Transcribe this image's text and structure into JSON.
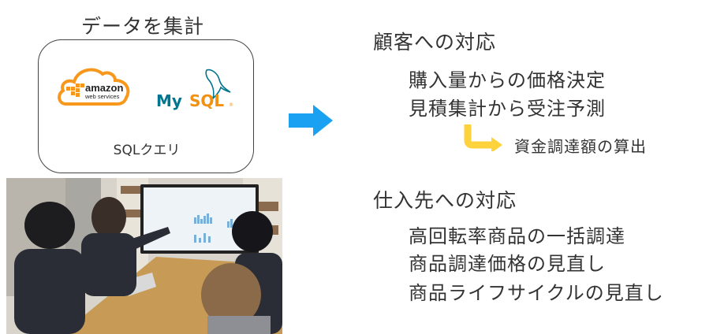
{
  "left": {
    "title": "データを集計",
    "box": {
      "logos": [
        {
          "name": "amazon web services",
          "line1": "amazon",
          "line2": "web services",
          "color": "#f7981d"
        },
        {
          "name": "MySQL",
          "text_my": "My",
          "text_sql": "SQL",
          "color_my": "#00758f",
          "color_sql": "#f29111"
        }
      ],
      "label": "SQLクエリ"
    },
    "photo": {
      "description": "Four people at a wooden table looking at a large wall monitor showing bar-chart dashboards"
    }
  },
  "arrow": {
    "icon": "right-arrow-icon",
    "color": "#1ba1f2"
  },
  "right": {
    "section1": {
      "heading": "顧客への対応",
      "items": [
        "購入量からの価格決定",
        "見積集計から受注予測"
      ],
      "sub": {
        "icon": "turn-right-arrow-icon",
        "color": "#fdd23a",
        "label": "資金調達額の算出"
      }
    },
    "section2": {
      "heading": "仕入先への対応",
      "items": [
        "高回転率商品の一括調達",
        "商品調達価格の見直し",
        "商品ライフサイクルの見直し"
      ]
    }
  }
}
